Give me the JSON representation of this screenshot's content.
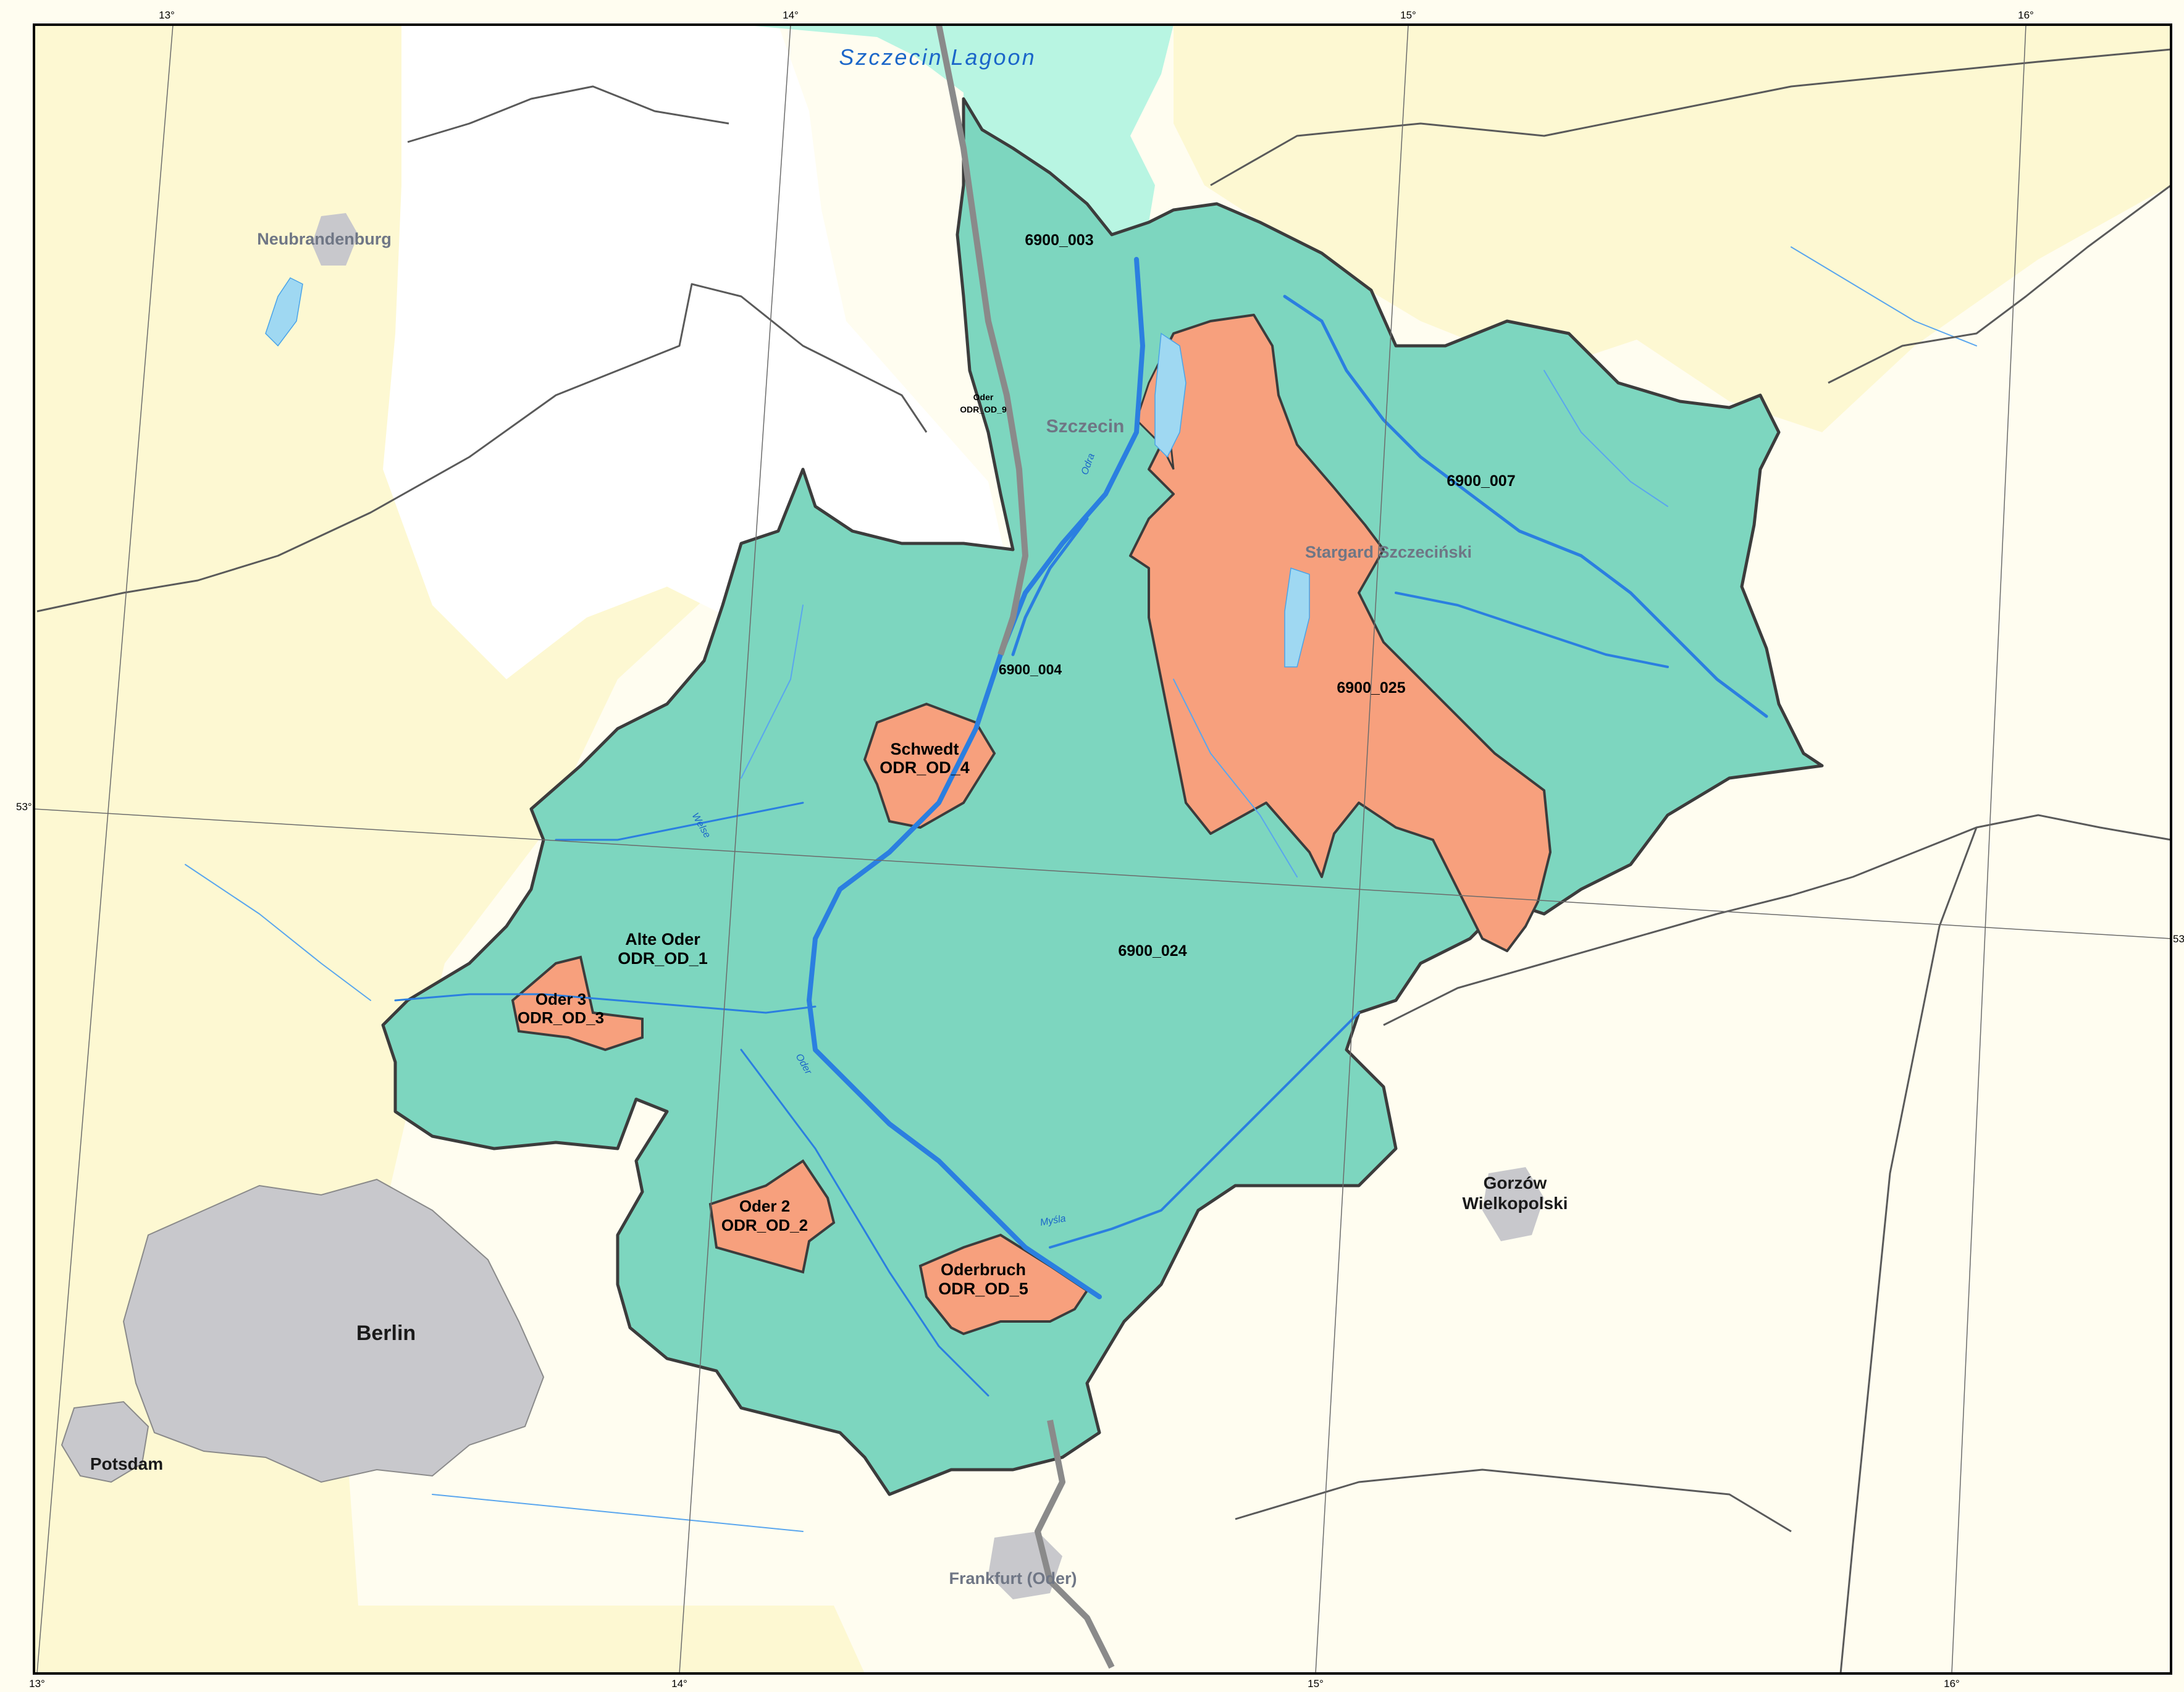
{
  "graticule": {
    "top": [
      "13°",
      "14°",
      "15°",
      "16°"
    ],
    "bottom": [
      "13°",
      "14°",
      "15°",
      "16°"
    ],
    "left": [
      "53°"
    ],
    "right": [
      "53"
    ]
  },
  "water": {
    "lagoon": "Szczecin Lagoon"
  },
  "cities": {
    "neubrandenburg": "Neubrandenburg",
    "szczecin": "Szczecin",
    "stargard": "Stargard Szczeciński",
    "berlin": "Berlin",
    "potsdam": "Potsdam",
    "gorzow_1": "Gorzów",
    "gorzow_2": "Wielkopolski",
    "frankfurt": "Frankfurt (Oder)"
  },
  "water_bodies": {
    "b_6900_003": "6900_003",
    "b_6900_004": "6900_004",
    "b_6900_007": "6900_007",
    "b_6900_024": "6900_024",
    "b_6900_025": "6900_025",
    "oder9_line1": "Oder",
    "oder9_line2": "ODR_OD_9",
    "schwedt_line1": "Schwedt",
    "schwedt_line2": "ODR_OD_4",
    "alteoder_line1": "Alte Oder",
    "alteoder_line2": "ODR_OD_1",
    "oder3_line1": "Oder 3",
    "oder3_line2": "ODR_OD_3",
    "oder2_line1": "Oder 2",
    "oder2_line2": "ODR_OD_2",
    "oderbruch_line1": "Oderbruch",
    "oderbruch_line2": "ODR_OD_5"
  },
  "rivers": {
    "oder": "Oder",
    "odra": "Odra",
    "mysla": "Myśla",
    "welse": "Welse"
  },
  "colors": {
    "germany_fill": "#fdf8d2",
    "poland_fill": "#fffdf0",
    "white_fill": "#ffffff",
    "lagoon_fill": "#b8f5e2",
    "catchment_fill": "#7dd6bf",
    "subunit_fill": "#f7a07d",
    "urban_fill": "#c8c8cc",
    "river_main": "#2b7fe0",
    "river_minor": "#5aa6ee",
    "border_line": "#5a5a5a"
  }
}
